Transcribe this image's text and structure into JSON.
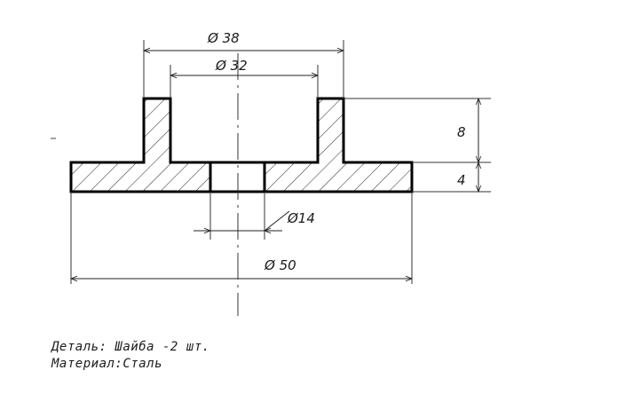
{
  "dimensions": {
    "d38": "Ø 38",
    "d32": "Ø 32",
    "d14": "Ø14",
    "d50": "Ø 50",
    "h8": "8",
    "h4": "4"
  },
  "caption": {
    "line1": "Деталь: Шайба -2 шт.",
    "line2": "Материал:Сталь"
  },
  "colors": {
    "ink": "#000000",
    "thin": "#222222"
  }
}
